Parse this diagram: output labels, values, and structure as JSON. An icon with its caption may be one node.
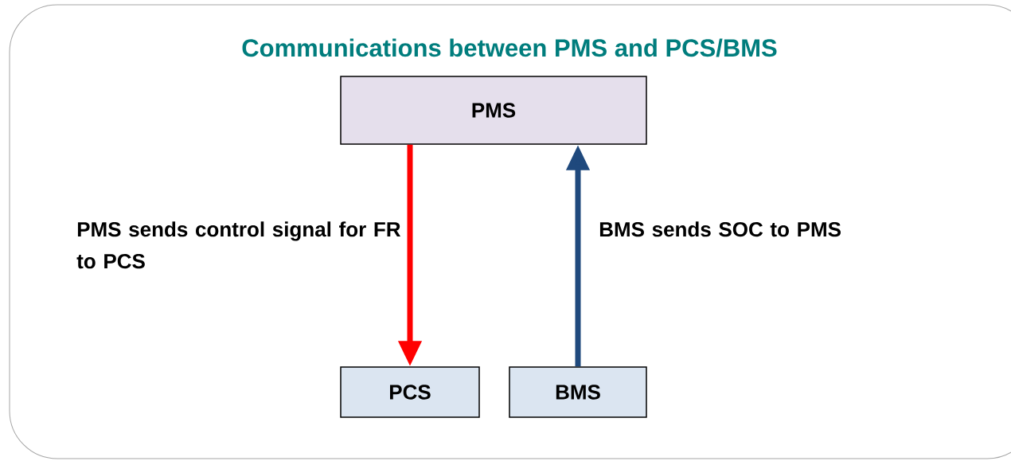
{
  "diagram": {
    "title": "Communications between PMS and PCS/BMS",
    "nodes": [
      {
        "text": [
          "PMS"
        ]
      },
      {
        "text": [
          "PCS"
        ]
      },
      {
        "text": [
          "BMS"
        ]
      }
    ],
    "edges": [
      {
        "from": 0,
        "to": 1,
        "arrow": "to",
        "label": "PMS sends control signal for FR to PCS",
        "color": "#ff0000"
      },
      {
        "from": 2,
        "to": 0,
        "arrow": "to",
        "label": "BMS sends SOC to PMS",
        "color": "#1f497d"
      }
    ]
  }
}
